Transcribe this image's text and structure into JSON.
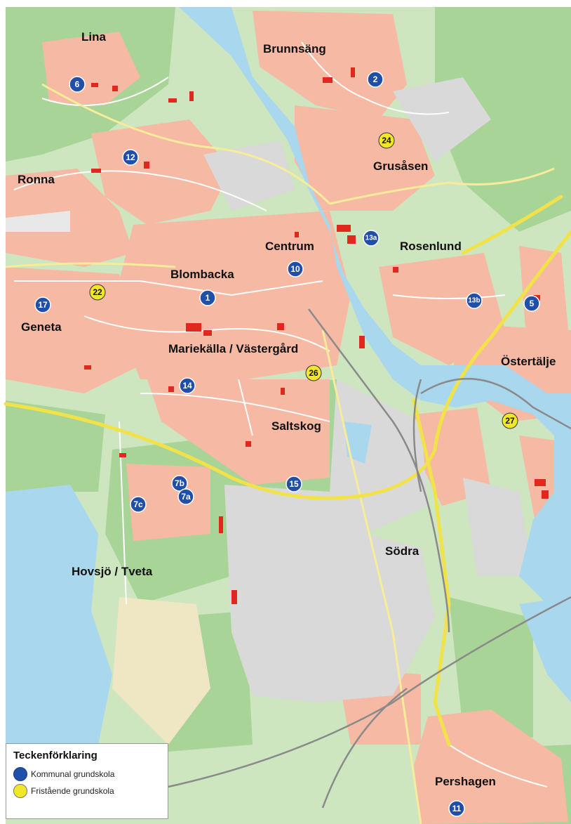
{
  "map": {
    "colors": {
      "background": "#cde6bf",
      "forest": "#9fcf8f",
      "water": "#a9d7ee",
      "urban": "#f5b9a4",
      "industrial": "#d8d8d8",
      "road": "#ffffff",
      "highway": "#f2e24a",
      "railway": "#888888",
      "building": "#e0281e",
      "municipal_school": "#1f4fa8",
      "independent_school": "#f2e629"
    },
    "districts": [
      {
        "id": "lina",
        "name": "Lina"
      },
      {
        "id": "brunnsang",
        "name": "Brunnsäng"
      },
      {
        "id": "ronna",
        "name": "Ronna"
      },
      {
        "id": "grusasen",
        "name": "Grusåsen"
      },
      {
        "id": "centrum",
        "name": "Centrum"
      },
      {
        "id": "rosenlund",
        "name": "Rosenlund"
      },
      {
        "id": "blombacka",
        "name": "Blombacka"
      },
      {
        "id": "geneta",
        "name": "Geneta"
      },
      {
        "id": "mariekalla",
        "name": "Mariekälla / Västergård"
      },
      {
        "id": "ostertalje",
        "name": "Östertälje"
      },
      {
        "id": "saltskog",
        "name": "Saltskog"
      },
      {
        "id": "sodra",
        "name": "Södra"
      },
      {
        "id": "hovsjo",
        "name": "Hovsjö / Tveta"
      },
      {
        "id": "pershagen",
        "name": "Pershagen"
      }
    ],
    "schools": [
      {
        "id": "s6",
        "label": "6",
        "type": "municipal"
      },
      {
        "id": "s2",
        "label": "2",
        "type": "municipal"
      },
      {
        "id": "s24",
        "label": "24",
        "type": "independent"
      },
      {
        "id": "s12",
        "label": "12",
        "type": "municipal"
      },
      {
        "id": "s13a",
        "label": "13a",
        "type": "municipal"
      },
      {
        "id": "s10",
        "label": "10",
        "type": "municipal"
      },
      {
        "id": "s22",
        "label": "22",
        "type": "independent"
      },
      {
        "id": "s17",
        "label": "17",
        "type": "municipal"
      },
      {
        "id": "s1",
        "label": "1",
        "type": "municipal"
      },
      {
        "id": "s13b",
        "label": "13b",
        "type": "municipal"
      },
      {
        "id": "s5",
        "label": "5",
        "type": "municipal"
      },
      {
        "id": "s26",
        "label": "26",
        "type": "independent"
      },
      {
        "id": "s14",
        "label": "14",
        "type": "municipal"
      },
      {
        "id": "s27",
        "label": "27",
        "type": "independent"
      },
      {
        "id": "s7b",
        "label": "7b",
        "type": "municipal"
      },
      {
        "id": "s7a",
        "label": "7a",
        "type": "municipal"
      },
      {
        "id": "s7c",
        "label": "7c",
        "type": "municipal"
      },
      {
        "id": "s15",
        "label": "15",
        "type": "municipal"
      },
      {
        "id": "s11",
        "label": "11",
        "type": "municipal"
      }
    ]
  },
  "legend": {
    "title": "Teckenförklaring",
    "items": [
      {
        "label": "Kommunal grundskola",
        "color": "#1f4fa8"
      },
      {
        "label": "Fristående grundskola",
        "color": "#f2e629"
      }
    ]
  }
}
